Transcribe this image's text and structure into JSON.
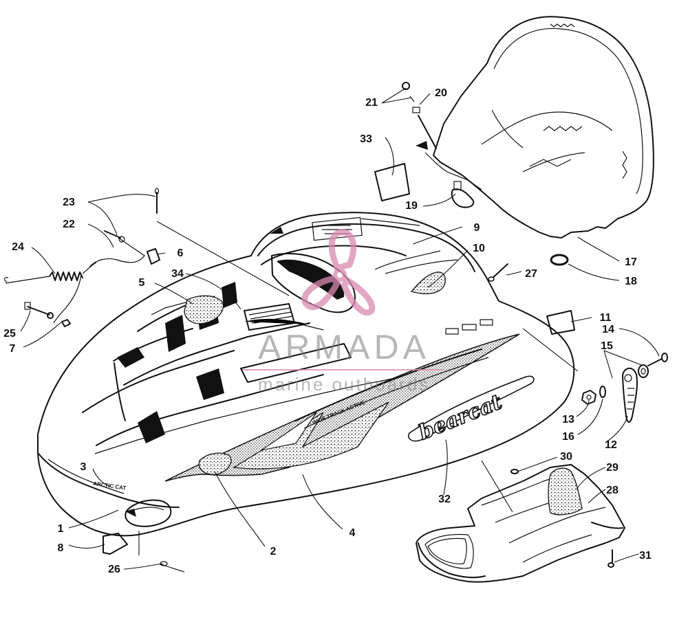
{
  "diagram": {
    "callouts": [
      "1",
      "2",
      "3",
      "4",
      "5",
      "6",
      "7",
      "8",
      "9",
      "10",
      "11",
      "12",
      "13",
      "14",
      "15",
      "16",
      "17",
      "18",
      "19",
      "20",
      "21",
      "22",
      "23",
      "24",
      "25",
      "26",
      "27",
      "28",
      "29",
      "30",
      "31",
      "32",
      "33",
      "34"
    ],
    "decals": {
      "model_script": "bearcat",
      "brand_small": "ARCTIC CAT",
      "side_stripe": "WIDE TRACK ACTIVE"
    }
  },
  "watermark": {
    "name": "ARMADA",
    "tagline": "marine outboards",
    "logo_color": "#d98ab0"
  }
}
